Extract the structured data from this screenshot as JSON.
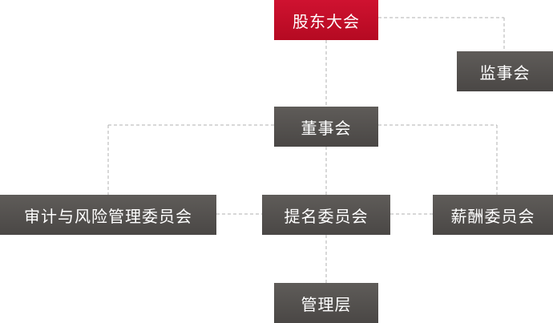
{
  "nodes": {
    "shareholders": "股东大会",
    "supervisory": "监事会",
    "board": "董事会",
    "audit": "审计与风险管理委员会",
    "nomination": "提名委员会",
    "compensation": "薪酬委员会",
    "management": "管理层"
  },
  "colors": {
    "root": "#c40d27",
    "node": "#54514f",
    "connector": "#b0b0b0",
    "text": "#ffffff"
  }
}
